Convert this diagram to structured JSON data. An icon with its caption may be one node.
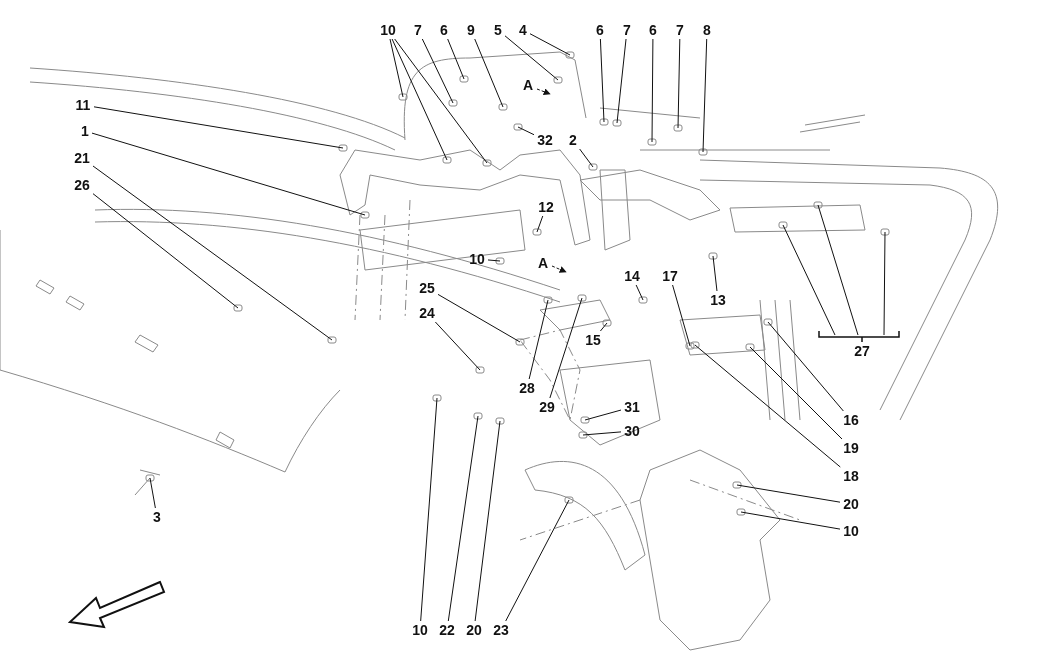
{
  "diagram": {
    "nodes": [
      {
        "text": [
          "10"
        ]
      },
      {
        "text": [
          "7"
        ]
      },
      {
        "text": [
          "6"
        ]
      },
      {
        "text": [
          "9"
        ]
      },
      {
        "text": [
          "5"
        ]
      },
      {
        "text": [
          "4"
        ]
      },
      {
        "text": [
          "6"
        ]
      },
      {
        "text": [
          "7"
        ]
      },
      {
        "text": [
          "6"
        ]
      },
      {
        "text": [
          "7"
        ]
      },
      {
        "text": [
          "8"
        ]
      },
      {
        "text": [
          "11"
        ]
      },
      {
        "text": [
          "1"
        ]
      },
      {
        "text": [
          "32"
        ]
      },
      {
        "text": [
          "2"
        ]
      },
      {
        "text": [
          "21"
        ]
      },
      {
        "text": [
          "26"
        ]
      },
      {
        "text": [
          "12"
        ]
      },
      {
        "text": [
          "10"
        ]
      },
      {
        "text": [
          "14"
        ]
      },
      {
        "text": [
          "17"
        ]
      },
      {
        "text": [
          "25"
        ]
      },
      {
        "text": [
          "13"
        ]
      },
      {
        "text": [
          "24"
        ]
      },
      {
        "text": [
          "15"
        ]
      },
      {
        "text": [
          "28"
        ]
      },
      {
        "text": [
          "29"
        ]
      },
      {
        "text": [
          "31"
        ]
      },
      {
        "text": [
          "16"
        ]
      },
      {
        "text": [
          "30"
        ]
      },
      {
        "text": [
          "19"
        ]
      },
      {
        "text": [
          "18"
        ]
      },
      {
        "text": [
          "27"
        ]
      },
      {
        "text": [
          "20"
        ]
      },
      {
        "text": [
          "3"
        ]
      },
      {
        "text": [
          "10"
        ]
      },
      {
        "text": [
          "10"
        ]
      },
      {
        "text": [
          "22"
        ]
      },
      {
        "text": [
          "20"
        ]
      },
      {
        "text": [
          "23"
        ]
      }
    ],
    "edges": [
      {
        "from": 0,
        "to": null,
        "arrow": "none"
      },
      {
        "from": 0,
        "to": null,
        "arrow": "none"
      },
      {
        "from": 0,
        "to": null,
        "arrow": "none"
      },
      {
        "from": 1,
        "to": null,
        "arrow": "none"
      },
      {
        "from": 2,
        "to": null,
        "arrow": "none"
      },
      {
        "from": 3,
        "to": null,
        "arrow": "none"
      },
      {
        "from": 4,
        "to": null,
        "arrow": "none"
      },
      {
        "from": 5,
        "to": null,
        "arrow": "none"
      },
      {
        "from": 6,
        "to": null,
        "arrow": "none"
      },
      {
        "from": 7,
        "to": null,
        "arrow": "none"
      },
      {
        "from": 8,
        "to": null,
        "arrow": "none"
      },
      {
        "from": 9,
        "to": null,
        "arrow": "none"
      },
      {
        "from": 10,
        "to": null,
        "arrow": "none"
      },
      {
        "from": 11,
        "to": null,
        "arrow": "none"
      },
      {
        "from": 12,
        "to": null,
        "arrow": "none"
      },
      {
        "from": 13,
        "to": null,
        "arrow": "none"
      },
      {
        "from": 14,
        "to": null,
        "arrow": "none"
      },
      {
        "from": 15,
        "to": null,
        "arrow": "none"
      },
      {
        "from": 16,
        "to": null,
        "arrow": "none"
      },
      {
        "from": 17,
        "to": null,
        "arrow": "none"
      },
      {
        "from": 18,
        "to": null,
        "arrow": "none"
      },
      {
        "from": 19,
        "to": null,
        "arrow": "none"
      },
      {
        "from": 20,
        "to": null,
        "arrow": "none"
      },
      {
        "from": 21,
        "to": null,
        "arrow": "none"
      },
      {
        "from": 22,
        "to": null,
        "arrow": "none"
      },
      {
        "from": 23,
        "to": null,
        "arrow": "none"
      },
      {
        "from": 24,
        "to": null,
        "arrow": "none"
      },
      {
        "from": 25,
        "to": null,
        "arrow": "none"
      },
      {
        "from": 26,
        "to": null,
        "arrow": "none"
      },
      {
        "from": 27,
        "to": null,
        "arrow": "none"
      },
      {
        "from": 28,
        "to": null,
        "arrow": "none"
      },
      {
        "from": 29,
        "to": null,
        "arrow": "none"
      },
      {
        "from": 30,
        "to": null,
        "arrow": "none"
      },
      {
        "from": 31,
        "to": null,
        "arrow": "none"
      },
      {
        "from": 32,
        "to": null,
        "arrow": "none"
      },
      {
        "from": 32,
        "to": null,
        "arrow": "none"
      },
      {
        "from": 32,
        "to": null,
        "arrow": "none"
      },
      {
        "from": 33,
        "to": null,
        "arrow": "none"
      },
      {
        "from": 34,
        "to": null,
        "arrow": "none"
      },
      {
        "from": 35,
        "to": null,
        "arrow": "none"
      },
      {
        "from": 36,
        "to": null,
        "arrow": "none"
      },
      {
        "from": 37,
        "to": null,
        "arrow": "none"
      },
      {
        "from": 38,
        "to": null,
        "arrow": "none"
      },
      {
        "from": 39,
        "to": null,
        "arrow": "none"
      }
    ],
    "labels": [
      "A",
      "A"
    ]
  }
}
